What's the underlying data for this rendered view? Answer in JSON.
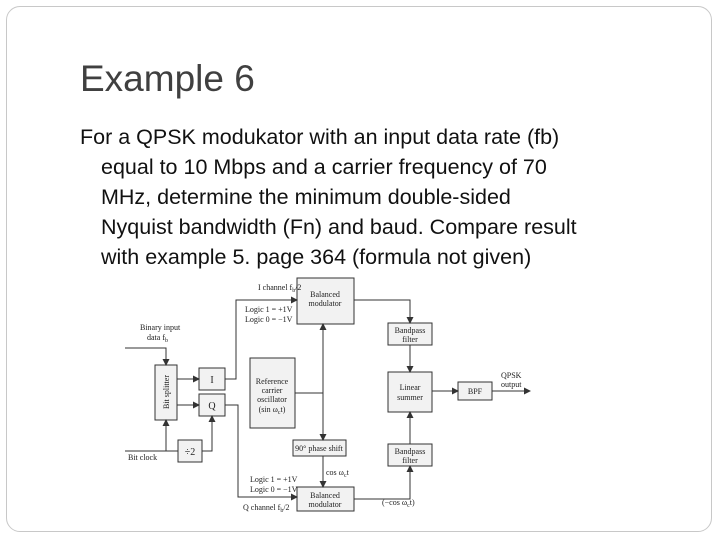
{
  "slide": {
    "title": "Example 6",
    "body_lines": [
      "For a QPSK modukator with an input data rate (fb)",
      "equal to 10 Mbps and a carrier frequency of 70",
      "MHz, determine the minimum double-sided",
      "Nyquist bandwidth (Fn) and baud. Compare result",
      "with example 5. page 364 (formula not given)"
    ]
  },
  "diagram": {
    "i_channel_label": "I channel f",
    "i_channel_sub": "b",
    "i_channel_tail": "/2",
    "balanced_mod_top": [
      "Balanced",
      "modulator"
    ],
    "logic_i_1": "Logic 1 = +1V",
    "logic_i_0": "Logic 0 = −1V",
    "binary_input": [
      "Binary input",
      "data f"
    ],
    "binary_input_sub": "b",
    "bit_splitter": "Bit splitter",
    "i_letter": "I",
    "q_letter": "Q",
    "reference_osc": [
      "Reference",
      "carrier",
      "oscillator",
      "(sin ω",
      "c",
      "t)"
    ],
    "bandpass_top": [
      "Bandpass",
      "filter"
    ],
    "linear_summer": [
      "Linear",
      "summer"
    ],
    "bpf": "BPF",
    "qpsk_output": [
      "QPSK",
      "output"
    ],
    "divide_by_2": "÷2",
    "bit_clock": "Bit clock",
    "phase_shift": "90° phase shift",
    "cos_label": "cos ω",
    "cos_sub": "c",
    "cos_tail": "t",
    "bandpass_bottom": [
      "Bandpass",
      "filter"
    ],
    "logic_q_1": "Logic 1 = +1V",
    "logic_q_0": "Logic 0 = −1V",
    "balanced_mod_bottom": [
      "Balanced",
      "modulator"
    ],
    "q_channel_label": "Q channel f",
    "q_channel_sub": "b",
    "q_channel_tail": "/2",
    "neg_cos_label": "(−cos ω",
    "neg_cos_sub": "c",
    "neg_cos_tail": "t)"
  }
}
